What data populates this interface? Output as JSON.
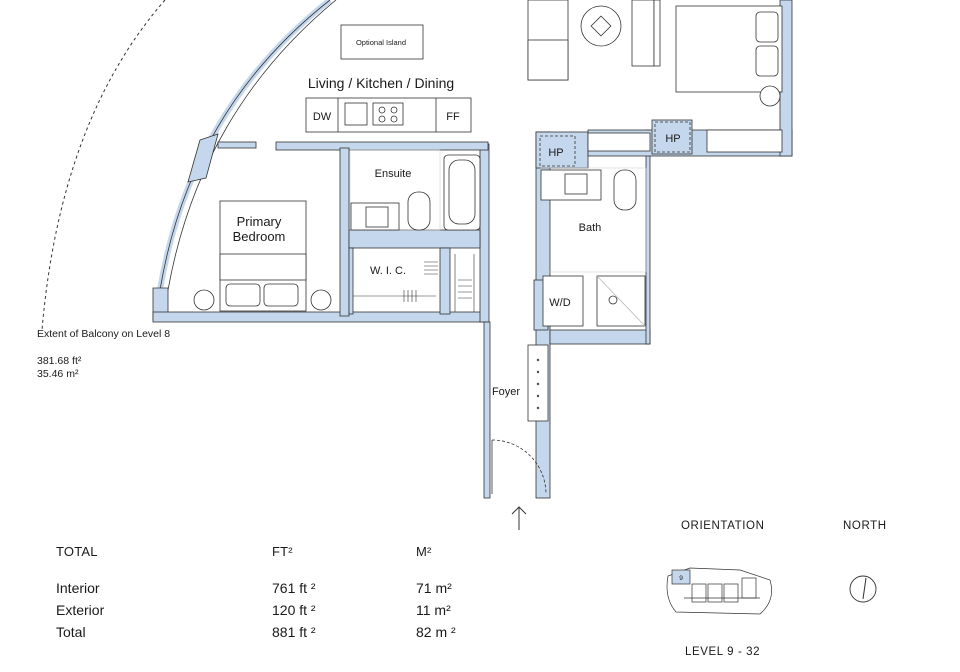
{
  "rooms": {
    "living": "Living / Kitchen / Dining",
    "island": "Optional Island",
    "dw": "DW",
    "ff": "FF",
    "ensuite": "Ensuite",
    "primary_line1": "Primary",
    "primary_line2": "Bedroom",
    "wic": "W. I. C.",
    "bath": "Bath",
    "wd": "W/D",
    "hp1": "HP",
    "hp2": "HP",
    "foyer": "Foyer"
  },
  "balcony": {
    "label": "Extent of Balcony on Level  8",
    "area_ft": "381.68 ft²",
    "area_m": "35.46 m²"
  },
  "table": {
    "headers": [
      "TOTAL",
      "FT²",
      "M²"
    ],
    "rows": [
      {
        "name": "Interior",
        "ft": "761 ft ²",
        "m": "71 m²"
      },
      {
        "name": "Exterior",
        "ft": "120 ft  ²",
        "m": "11 m²"
      },
      {
        "name": "Total",
        "ft": "881 ft  ²",
        "m": "82 m  ²"
      }
    ]
  },
  "orientation": {
    "title": "ORIENTATION",
    "north": "NORTH",
    "unit_number": "9",
    "level": "LEVEL 9 - 32"
  },
  "colors": {
    "wall": "#c5d7ec",
    "line": "#2a2a2a"
  }
}
